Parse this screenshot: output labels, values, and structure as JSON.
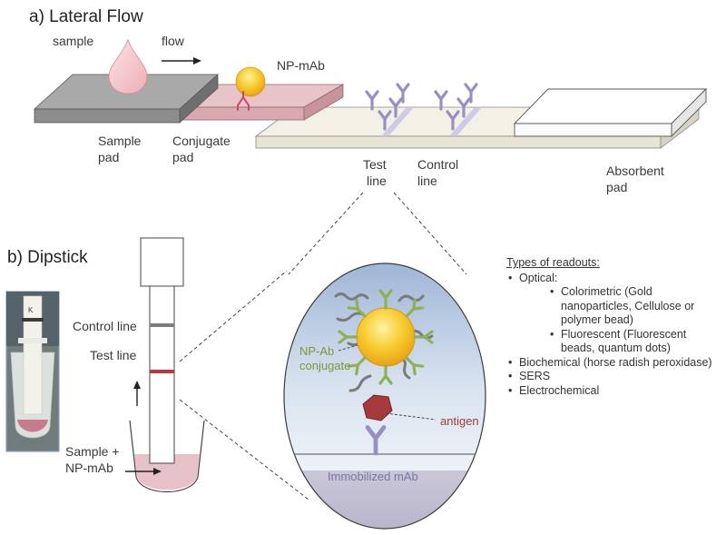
{
  "panel_a": {
    "title": "a) Lateral Flow",
    "sample": "sample",
    "flow": "flow",
    "np_mab": "NP-mAb",
    "sample_pad": [
      "Sample",
      "pad"
    ],
    "conjugate_pad": [
      "Conjugate",
      "pad"
    ],
    "test_line": [
      "Test",
      "line"
    ],
    "control_line": [
      "Control",
      "line"
    ],
    "absorbent_pad": [
      "Absorbent",
      "pad"
    ]
  },
  "panel_b": {
    "title": "b) Dipstick",
    "strip_label": "K",
    "control_line": "Control line",
    "test_line": "Test line",
    "sample_np": [
      "Sample +",
      "NP-mAb"
    ],
    "np_ab": [
      "NP-Ab",
      "conjugate"
    ],
    "antigen": "antigen",
    "immobilized": "Immobilized mAb"
  },
  "readouts": {
    "title": "Types of readouts:",
    "optical": "Optical:",
    "colorimetric": "Colorimetric (Gold nanoparticles, Cellulose or polymer bead)",
    "fluorescent": "Fluorescent (Fluorescent beads, quantum dots)",
    "biochemical": "Biochemical (horse radish peroxidase)",
    "sers": "SERS",
    "electrochemical": "Electrochemical"
  },
  "colors": {
    "np_gold": "#f5c02a",
    "antibody_purple": "#9a8fc4",
    "antibody_green": "#8fb054",
    "antigen_red": "#a53a3c",
    "test_line_red": "#c8303c",
    "control_line_gray": "#7c7c7c",
    "conjugate_pad_pink": "#e8c3c8",
    "sample_pad_gray": "#a0a0a0"
  }
}
